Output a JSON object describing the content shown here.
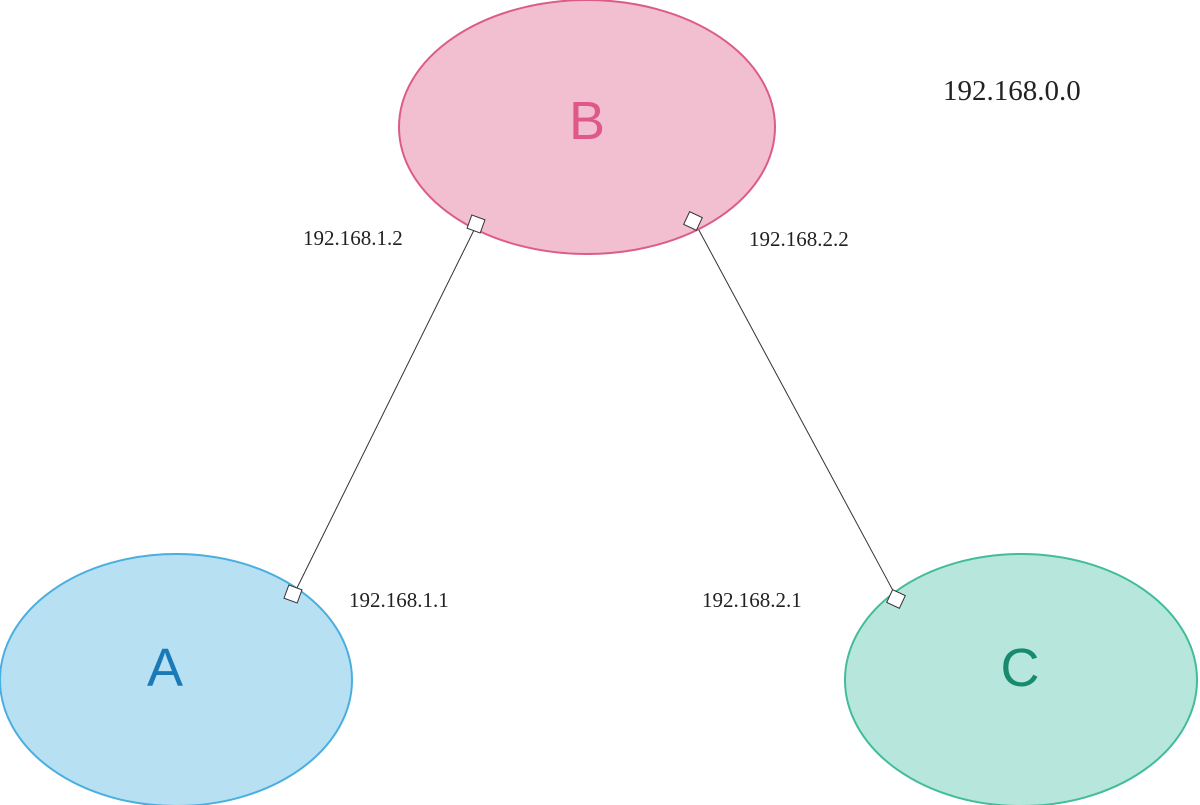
{
  "network_label": "192.168.0.0",
  "colors": {
    "background": "#ffffff",
    "link_line": "#333333",
    "port_fill": "#ffffff",
    "port_stroke": "#333333"
  },
  "nodes": {
    "A": {
      "label": "A",
      "fill": "#b7e0f3",
      "stroke": "#4aaee0",
      "text_color": "#1a7ab8"
    },
    "B": {
      "label": "B",
      "fill": "#f1bfcf",
      "stroke": "#dc5c88",
      "text_color": "#e0578a"
    },
    "C": {
      "label": "C",
      "fill": "#b7e6dc",
      "stroke": "#42bc9a",
      "text_color": "#178a70"
    }
  },
  "links": [
    {
      "from": "A",
      "to": "B",
      "from_ip": "192.168.1.1",
      "to_ip": "192.168.1.2"
    },
    {
      "from": "C",
      "to": "B",
      "from_ip": "192.168.2.1",
      "to_ip": "192.168.2.2"
    }
  ]
}
